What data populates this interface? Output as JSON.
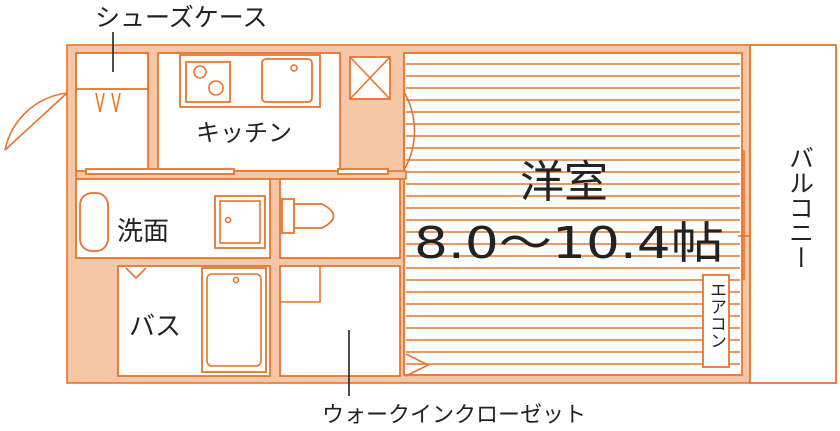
{
  "labels": {
    "shoe_case": "シューズケース",
    "kitchen": "キッチン",
    "washroom": "洗面",
    "bath": "バス",
    "western_room": "洋室",
    "western_room_size": "8.0～10.4帖",
    "balcony": "バルコニー",
    "aircon": "エアコン",
    "walk_in_closet": "ウォークインクローゼット"
  },
  "colors": {
    "wall_line": "#e8742d",
    "wall_fill": "#f6c7a6",
    "text": "#222222",
    "background": "#ffffff"
  }
}
